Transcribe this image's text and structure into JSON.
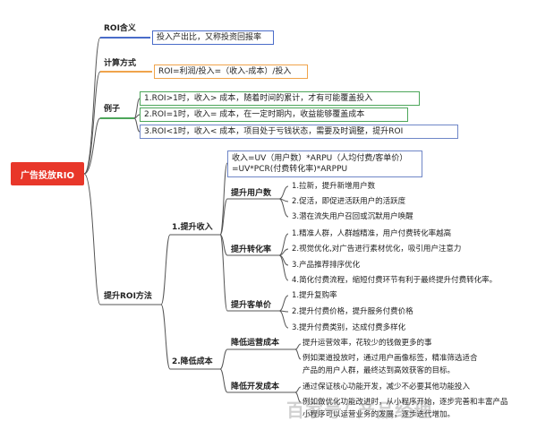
{
  "root": {
    "label": "广告投放RIO"
  },
  "branches": {
    "roi_meaning": {
      "label": "ROI含义",
      "note": "投入产出比，又称投资回报率"
    },
    "formula": {
      "label": "计算方式",
      "note": "ROI=利润/投入=（收入-成本）/投入"
    },
    "examples": {
      "label": "例子",
      "items": [
        "1.ROI>1时，收入> 成本，随着时间的累计，才有可能覆盖投入",
        "2.ROI=1时，收入= 成本，在一定时期内，收益能够覆盖成本",
        "3.ROI<1时，收入< 成本，项目处于亏钱状态，需要及时调整，提升ROI"
      ]
    },
    "methods": {
      "label": "提升ROI方法",
      "revenue": {
        "label": "1.提升收入",
        "formula_lines": [
          "收入=UV（用户数）*ARPU（人均付费/客单价）",
          "=UV*PCR(付费转化率)*ARPPU"
        ],
        "users": {
          "label": "提升用户数",
          "items": [
            "1.拉新，提升新增用户数",
            "2.促活，即促进活跃用户的活跃度",
            "3.潜在流失用户召回或沉默用户唤醒"
          ]
        },
        "conversion": {
          "label": "提升转化率",
          "items": [
            "1.精准人群，人群越精准，用户付费转化率越高",
            "2.视觉优化,对广告进行素材优化，吸引用户注意力",
            "3.产品推荐排序优化",
            "4.简化付费流程，缩短付费环节有利于最终提升付费转化率。"
          ]
        },
        "arpu": {
          "label": "提升客单价",
          "items": [
            "1.提升复购率",
            "2.提升付费价格，提升服务付费价格",
            "3.提升付费类别，达成付费多样化"
          ]
        }
      },
      "cost": {
        "label": "2.降低成本",
        "ops": {
          "label": "降低运营成本",
          "items": [
            "提升运营效率，花较少的钱做更多的事",
            "例如渠道投放时，通过用户画像标签，精准筛选适合",
            "产品的用户人群，最终达到高效获客的目标。"
          ]
        },
        "dev": {
          "label": "降低开发成本",
          "items": [
            "通过保证核心功能开发，减少不必要其他功能投入",
            "例如做优化功能改进时，从小程序开始，逐步完善和丰富产品",
            "小程序可以运营业务的发展，逐步迭代增加。"
          ]
        }
      }
    }
  },
  "watermark": "百家号/ 产品经理"
}
